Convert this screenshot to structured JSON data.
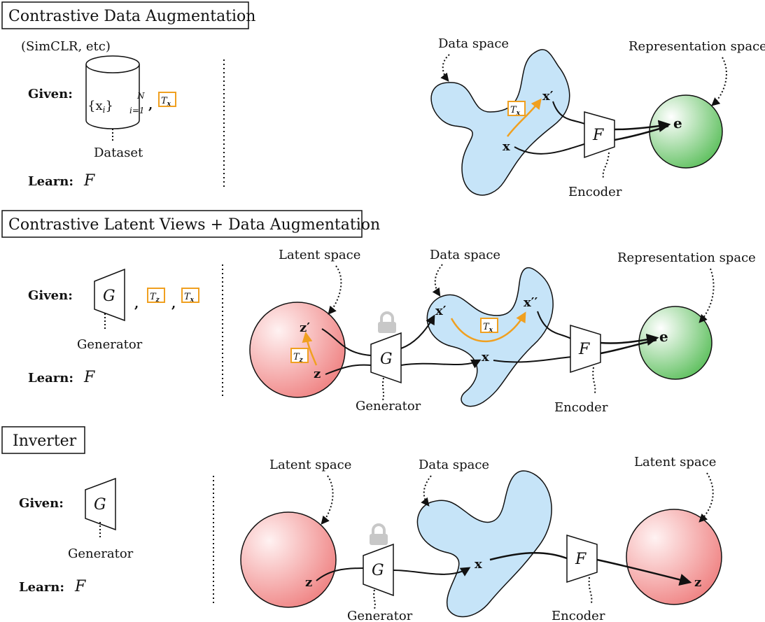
{
  "sections": [
    {
      "title": "Contrastive Data Augmentation",
      "subtitle": "(SimCLR, etc)",
      "given_label": "Given:",
      "dataset_math": "{x",
      "dataset_sub": "i",
      "dataset_close": "}",
      "dataset_sup": "N",
      "dataset_range": "i=1",
      "dataset_caption": "Dataset",
      "comma": ",",
      "tx_label": "T",
      "tx_sub": "x",
      "learn_label": "Learn:",
      "learn_value": "F",
      "data_space": "Data space",
      "representation_space": "Representation space",
      "x": "x",
      "x_prime": "x′",
      "encoder_symbol": "F",
      "encoder_caption": "Encoder",
      "e": "e"
    },
    {
      "title": "Contrastive Latent Views + Data Augmentation",
      "given_label": "Given:",
      "generator_symbol": "G",
      "generator_caption": "Generator",
      "comma1": ",",
      "comma2": ",",
      "tz_label": "T",
      "tz_sub": "z",
      "tx_label": "T",
      "tx_sub": "x",
      "learn_label": "Learn:",
      "learn_value": "F",
      "latent_space": "Latent space",
      "data_space": "Data space",
      "representation_space": "Representation space",
      "z": "z",
      "z_prime": "z′",
      "x": "x",
      "x_prime": "x′",
      "x_dprime": "x′′",
      "encoder_symbol": "F",
      "encoder_caption": "Encoder",
      "e": "e"
    },
    {
      "title": "Inverter",
      "given_label": "Given:",
      "generator_symbol": "G",
      "generator_caption": "Generator",
      "learn_label": "Learn:",
      "learn_value": "F",
      "latent_space_left": "Latent space",
      "data_space": "Data space",
      "latent_space_right": "Latent space",
      "z_left": "z",
      "x": "x",
      "z_right": "z",
      "encoder_symbol": "F",
      "encoder_caption": "Encoder"
    }
  ],
  "colors": {
    "data_blob": "#c6e4f8",
    "representation_green": "#5cbf5c",
    "latent_red": "#f08a8a",
    "transform_orange": "#f0a020",
    "lock_gray": "#c8c8c8"
  }
}
